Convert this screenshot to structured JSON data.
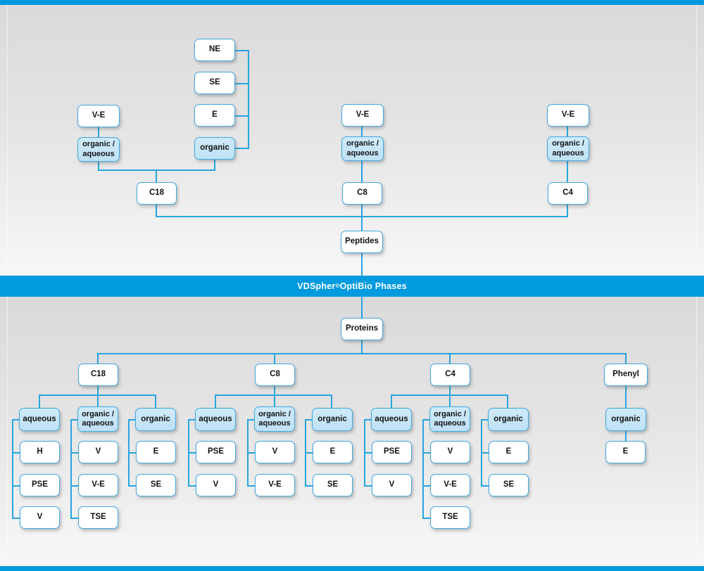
{
  "banner": {
    "brand": "VDSpher",
    "registered": "®",
    "title_rest": " OptiBio Phases"
  },
  "colors": {
    "accent": "#009ade",
    "connector": "#27a4e0",
    "node_border": "#3fa9e0",
    "node_fill_highlight": "#c5e5f7",
    "node_fill_plain": "#ffffff",
    "background_top": "#dadada",
    "background_bottom": "#f7f7f7",
    "text": "#111111",
    "banner_text": "#ffffff"
  },
  "peptides": {
    "root_label": "Peptides",
    "columns": [
      {
        "phase_label": "C18",
        "groups": [
          {
            "mode_label": "organic /\naqueous",
            "items": [
              {
                "label": "V-E"
              }
            ]
          },
          {
            "mode_label": "organic",
            "items": [
              {
                "label": "NE"
              },
              {
                "label": "SE"
              },
              {
                "label": "E"
              }
            ]
          }
        ]
      },
      {
        "phase_label": "C8",
        "groups": [
          {
            "mode_label": "organic /\naqueous",
            "items": [
              {
                "label": "V-E"
              }
            ]
          }
        ]
      },
      {
        "phase_label": "C4",
        "groups": [
          {
            "mode_label": "organic /\naqueous",
            "items": [
              {
                "label": "V-E"
              }
            ]
          }
        ]
      }
    ]
  },
  "proteins": {
    "root_label": "Proteins",
    "columns": [
      {
        "phase_label": "C18",
        "groups": [
          {
            "mode_label": "aqueous",
            "items": [
              {
                "label": "H"
              },
              {
                "label": "PSE"
              },
              {
                "label": "V"
              }
            ]
          },
          {
            "mode_label": "organic /\naqueous",
            "items": [
              {
                "label": "V"
              },
              {
                "label": "V-E"
              },
              {
                "label": "TSE"
              }
            ]
          },
          {
            "mode_label": "organic",
            "items": [
              {
                "label": "E"
              },
              {
                "label": "SE"
              }
            ]
          }
        ]
      },
      {
        "phase_label": "C8",
        "groups": [
          {
            "mode_label": "aqueous",
            "items": [
              {
                "label": "PSE"
              },
              {
                "label": "V"
              }
            ]
          },
          {
            "mode_label": "organic /\naqueous",
            "items": [
              {
                "label": "V"
              },
              {
                "label": "V-E"
              }
            ]
          },
          {
            "mode_label": "organic",
            "items": [
              {
                "label": "E"
              },
              {
                "label": "SE"
              }
            ]
          }
        ]
      },
      {
        "phase_label": "C4",
        "groups": [
          {
            "mode_label": "aqueous",
            "items": [
              {
                "label": "PSE"
              },
              {
                "label": "V"
              }
            ]
          },
          {
            "mode_label": "organic /\naqueous",
            "items": [
              {
                "label": "V"
              },
              {
                "label": "V-E"
              },
              {
                "label": "TSE"
              }
            ]
          },
          {
            "mode_label": "organic",
            "items": [
              {
                "label": "E"
              },
              {
                "label": "SE"
              }
            ]
          }
        ]
      },
      {
        "phase_label": "Phenyl",
        "groups": [
          {
            "mode_label": "organic",
            "items": [
              {
                "label": "E"
              }
            ]
          }
        ]
      }
    ]
  },
  "nodes": {
    "peptides_c18_ve": "V-E",
    "peptides_c18_orgaq": "organic /\naqueous",
    "peptides_c18_ne": "NE",
    "peptides_c18_se": "SE",
    "peptides_c18_e": "E",
    "peptides_c18_organic": "organic",
    "peptides_c18": "C18",
    "peptides_c8_ve": "V-E",
    "peptides_c8_orgaq": "organic /\naqueous",
    "peptides_c8": "C8",
    "peptides_c4_ve": "V-E",
    "peptides_c4_orgaq": "organic /\naqueous",
    "peptides_c4": "C4",
    "peptides_root": "Peptides",
    "proteins_root": "Proteins",
    "proteins_c18": "C18",
    "proteins_c8": "C8",
    "proteins_c4": "C4",
    "proteins_phenyl": "Phenyl",
    "p18_aqueous": "aqueous",
    "p18_aq_h": "H",
    "p18_aq_pse": "PSE",
    "p18_aq_v": "V",
    "p18_orgaq": "organic /\naqueous",
    "p18_oa_v": "V",
    "p18_oa_ve": "V-E",
    "p18_oa_tse": "TSE",
    "p18_organic": "organic",
    "p18_o_e": "E",
    "p18_o_se": "SE",
    "p8_aqueous": "aqueous",
    "p8_aq_pse": "PSE",
    "p8_aq_v": "V",
    "p8_orgaq": "organic /\naqueous",
    "p8_oa_v": "V",
    "p8_oa_ve": "V-E",
    "p8_organic": "organic",
    "p8_o_e": "E",
    "p8_o_se": "SE",
    "p4_aqueous": "aqueous",
    "p4_aq_pse": "PSE",
    "p4_aq_v": "V",
    "p4_orgaq": "organic /\naqueous",
    "p4_oa_v": "V",
    "p4_oa_ve": "V-E",
    "p4_oa_tse": "TSE",
    "p4_organic": "organic",
    "p4_o_e": "E",
    "p4_o_se": "SE",
    "ph_organic": "organic",
    "ph_o_e": "E"
  }
}
